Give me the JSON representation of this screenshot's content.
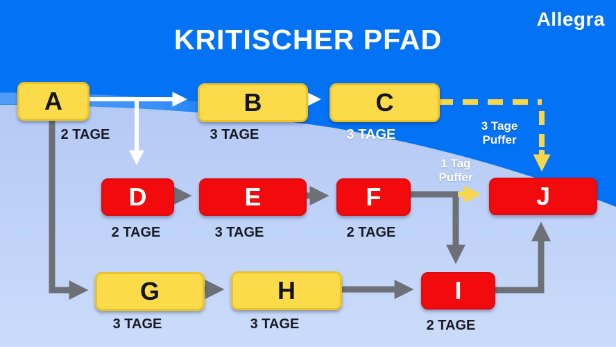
{
  "header": {
    "title": "KRITISCHER PFAD",
    "logo": "Allegra"
  },
  "nodes": [
    {
      "id": "A",
      "letter": "A",
      "duration": "2 TAGE",
      "kind": "normal"
    },
    {
      "id": "B",
      "letter": "B",
      "duration": "3 TAGE",
      "kind": "normal"
    },
    {
      "id": "C",
      "letter": "C",
      "duration": "3 TAGE",
      "kind": "normal"
    },
    {
      "id": "D",
      "letter": "D",
      "duration": "2 TAGE",
      "kind": "critical"
    },
    {
      "id": "E",
      "letter": "E",
      "duration": "3 TAGE",
      "kind": "critical"
    },
    {
      "id": "F",
      "letter": "F",
      "duration": "2 TAGE",
      "kind": "critical"
    },
    {
      "id": "G",
      "letter": "G",
      "duration": "3 TAGE",
      "kind": "normal"
    },
    {
      "id": "H",
      "letter": "H",
      "duration": "3 TAGE",
      "kind": "normal"
    },
    {
      "id": "I",
      "letter": "I",
      "duration": "2 TAGE",
      "kind": "critical"
    },
    {
      "id": "J",
      "letter": "J",
      "duration": "",
      "kind": "critical"
    }
  ],
  "buffers": {
    "c_to_j": "3 Tage Puffer",
    "f_to_j": "1 Tag Puffer"
  },
  "edges": [
    {
      "from": "A",
      "to": "B",
      "style": "white-solid"
    },
    {
      "from": "A",
      "to": "D",
      "style": "white-solid"
    },
    {
      "from": "A",
      "to": "G",
      "style": "gray-solid"
    },
    {
      "from": "B",
      "to": "C",
      "style": "white-solid"
    },
    {
      "from": "C",
      "to": "J",
      "style": "yellow-dashed",
      "label": "3 Tage Puffer"
    },
    {
      "from": "D",
      "to": "E",
      "style": "gray-solid"
    },
    {
      "from": "E",
      "to": "F",
      "style": "gray-solid"
    },
    {
      "from": "F",
      "to": "I",
      "style": "gray-solid"
    },
    {
      "from": "F",
      "to": "J",
      "style": "yellow-solid",
      "label": "1 Tag Puffer"
    },
    {
      "from": "G",
      "to": "H",
      "style": "gray-solid"
    },
    {
      "from": "H",
      "to": "I",
      "style": "gray-solid"
    },
    {
      "from": "I",
      "to": "J",
      "style": "gray-solid"
    }
  ],
  "colors": {
    "top_blue": "#0472f5",
    "bottom_light": "#b9cdf6",
    "box_yellow": "#fcdb4b",
    "box_yellow_border": "#eac32b",
    "box_red": "#f20a0c",
    "arrow_gray": "#6d7076",
    "arrow_yellow": "#f6d64b",
    "arrow_white": "#ffffff"
  }
}
